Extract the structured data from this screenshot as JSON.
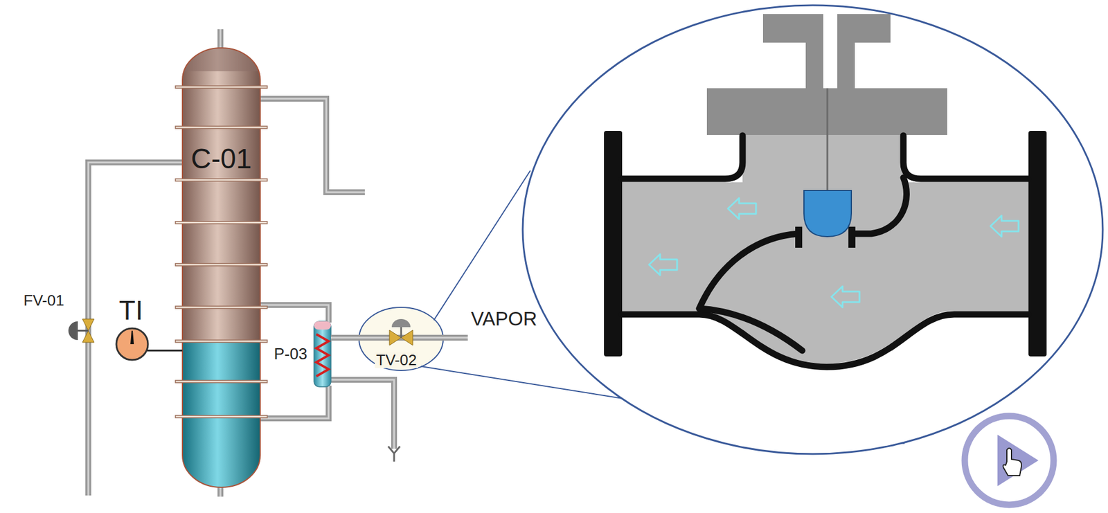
{
  "diagram": {
    "nodes": [
      {
        "text": [
          "C-01"
        ]
      }
    ],
    "labels": [
      "FV-01",
      "TI",
      "P-03",
      "TV-02",
      "VAPOR"
    ]
  }
}
